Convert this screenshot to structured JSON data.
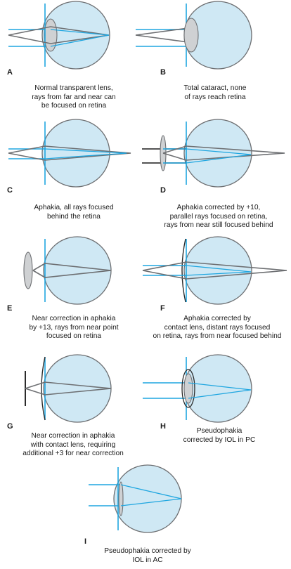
{
  "colors": {
    "eye_fill": "#cfe8f4",
    "eye_outline": "#6d6f72",
    "ray": "#1fa6e0",
    "iris": "#1fa6e0",
    "lens": "#cfd1d3",
    "dark_ray": "#1a1a1a"
  },
  "panels": [
    {
      "key": "A",
      "letter": "A",
      "lines": [
        "Normal transparent lens,",
        "rays from far and near can",
        "be focused on retina"
      ]
    },
    {
      "key": "B",
      "letter": "B",
      "lines": [
        "Total cataract, none",
        "of rays reach retina"
      ]
    },
    {
      "key": "C",
      "letter": "C",
      "lines": [
        "Aphakia, all rays focused",
        "behind the retina"
      ]
    },
    {
      "key": "D",
      "letter": "D",
      "lines": [
        "Aphakia corrected by +10,",
        "parallel rays focused on retina,",
        "rays from near still focused behind"
      ]
    },
    {
      "key": "E",
      "letter": "E",
      "lines": [
        "Near correction in aphakia",
        "by +13, rays from near point",
        "focused on retina"
      ]
    },
    {
      "key": "F",
      "letter": "F",
      "lines": [
        "Aphakia corrected by",
        "contact lens, distant rays focused",
        "on retina, rays from near focused behind"
      ]
    },
    {
      "key": "G",
      "letter": "G",
      "lines": [
        "Near correction in aphakia",
        "with contact lens, requiring",
        "additional +3 for near correction"
      ]
    },
    {
      "key": "H",
      "letter": "H",
      "lines": [
        "Pseudophakia",
        "corrected by IOL in PC"
      ]
    },
    {
      "key": "I",
      "letter": "I",
      "lines": [
        "Pseudophakia corrected by",
        "IOL in AC"
      ]
    }
  ]
}
